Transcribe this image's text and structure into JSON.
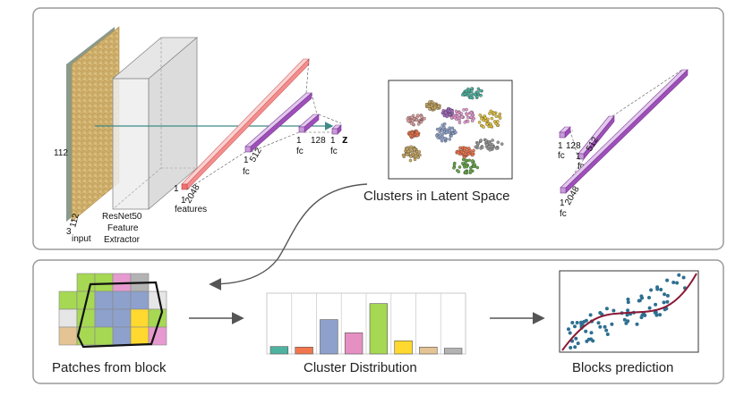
{
  "top_panel": {
    "input": {
      "side": "112",
      "bottom": "112",
      "depth": "3",
      "label": "input"
    },
    "resnet": {
      "line1": "ResNet50",
      "line2": "Feature",
      "line3": "Extractor"
    },
    "features": {
      "one": "1",
      "one_b": "1",
      "dim": "2048",
      "label": "features"
    },
    "fc512": {
      "one": "1",
      "fc": "fc",
      "dim": "512"
    },
    "fc128": {
      "one": "1",
      "fc": "fc",
      "dim": "128"
    },
    "fcz": {
      "one": "1",
      "fc": "fc",
      "name": "z"
    },
    "clusters_caption": "Clusters in Latent Space",
    "decoder": {
      "fc128": {
        "one": "1",
        "fc": "fc",
        "dim": "128"
      },
      "fc512": {
        "one": "1",
        "fc": "fc",
        "dim": "512"
      },
      "fc2048": {
        "one": "1",
        "fc": "fc",
        "dim": "2048"
      }
    }
  },
  "bottom_panel": {
    "patches_caption": "Patches from block",
    "distribution_caption": "Cluster Distribution",
    "prediction_caption": "Blocks prediction"
  },
  "chart_data": {
    "type": "bar",
    "categories": [
      "",
      "",
      "",
      "",
      "",
      "",
      "",
      ""
    ],
    "values": [
      1.3,
      1.2,
      6.0,
      3.7,
      8.8,
      2.3,
      1.2,
      1.0
    ],
    "colors": [
      "#4db3a0",
      "#f2764d",
      "#8da1cc",
      "#e68fc2",
      "#a6d854",
      "#ffd92f",
      "#e4c494",
      "#b3b3b3"
    ],
    "ylim": [
      0,
      10
    ],
    "grid": "vertical"
  },
  "colors": {
    "panel_border": "#9a9a9a",
    "fc_purple": "#9e4fb8",
    "features_pink": "#f4a3a3",
    "arrow": "#555555",
    "scatter_point": "#2e6f91",
    "curve": "#8b1a35"
  }
}
